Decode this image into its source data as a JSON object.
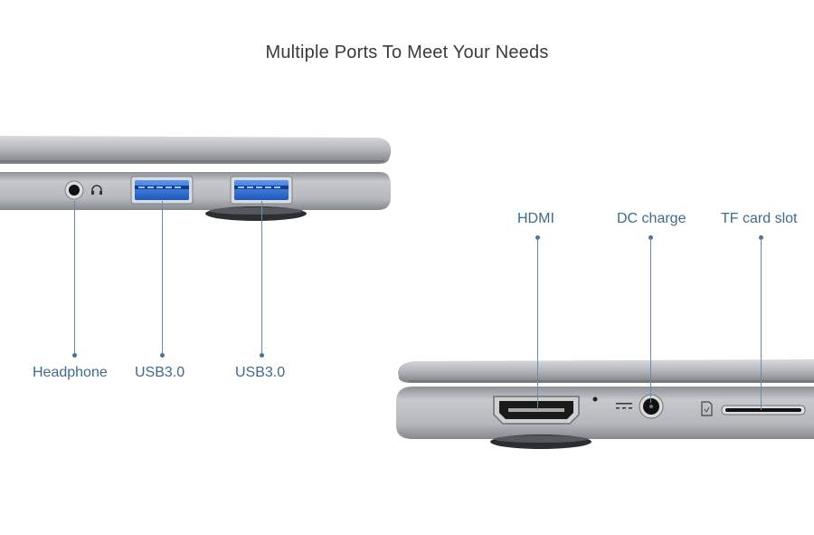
{
  "title": "Multiple Ports To Meet Your Needs",
  "ports_left": [
    {
      "label": "Headphone",
      "icon": "headphone-jack-icon"
    },
    {
      "label": "USB3.0",
      "icon": "usb-port-icon"
    },
    {
      "label": "USB3.0",
      "icon": "usb-port-icon"
    }
  ],
  "ports_right": [
    {
      "label": "HDMI",
      "icon": "hdmi-port-icon"
    },
    {
      "label": "DC charge",
      "icon": "dc-charge-port-icon"
    },
    {
      "label": "TF card slot",
      "icon": "tf-card-slot-icon"
    }
  ],
  "colors": {
    "label": "#3f6a8e",
    "pointer": "#6b8aa6",
    "usb_blue": "#2f6fd6",
    "chassis": "#a9abb0"
  }
}
